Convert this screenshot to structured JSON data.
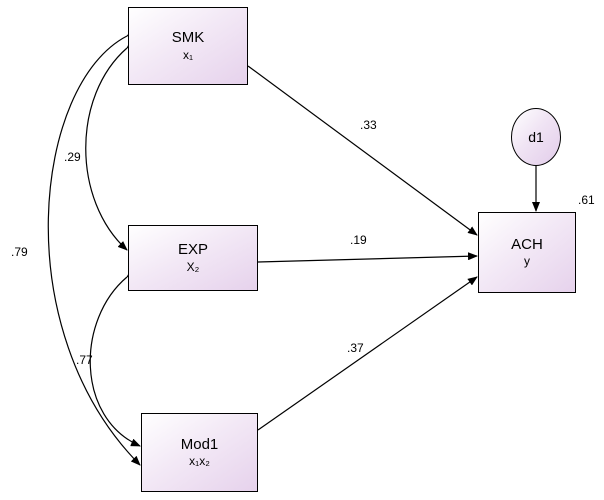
{
  "diagram": {
    "title": "path-diagram",
    "nodes": [
      {
        "id": "smk",
        "label": "SMK",
        "sub": "x₁",
        "shape": "rectangle"
      },
      {
        "id": "exp",
        "label": "EXP",
        "sub": "X₂",
        "shape": "rectangle"
      },
      {
        "id": "mod1",
        "label": "Mod1",
        "sub": "x₁x₂",
        "shape": "rectangle"
      },
      {
        "id": "ach",
        "label": "ACH",
        "sub": "y",
        "shape": "rectangle"
      },
      {
        "id": "d1",
        "label": "d1",
        "sub": "",
        "shape": "ellipse"
      }
    ],
    "paths": [
      {
        "from": "smk",
        "to": "ach",
        "coefficient": ".33"
      },
      {
        "from": "exp",
        "to": "ach",
        "coefficient": ".19"
      },
      {
        "from": "mod1",
        "to": "ach",
        "coefficient": ".37"
      },
      {
        "from": "d1",
        "to": "ach",
        "coefficient": ""
      }
    ],
    "covariances": [
      {
        "between": [
          "smk",
          "exp"
        ],
        "coefficient": ".29"
      },
      {
        "between": [
          "exp",
          "mod1"
        ],
        "coefficient": ".77"
      },
      {
        "between": [
          "smk",
          "mod1"
        ],
        "coefficient": ".79"
      }
    ],
    "annotations": [
      {
        "id": "r2-ach",
        "text": ".61"
      }
    ]
  }
}
